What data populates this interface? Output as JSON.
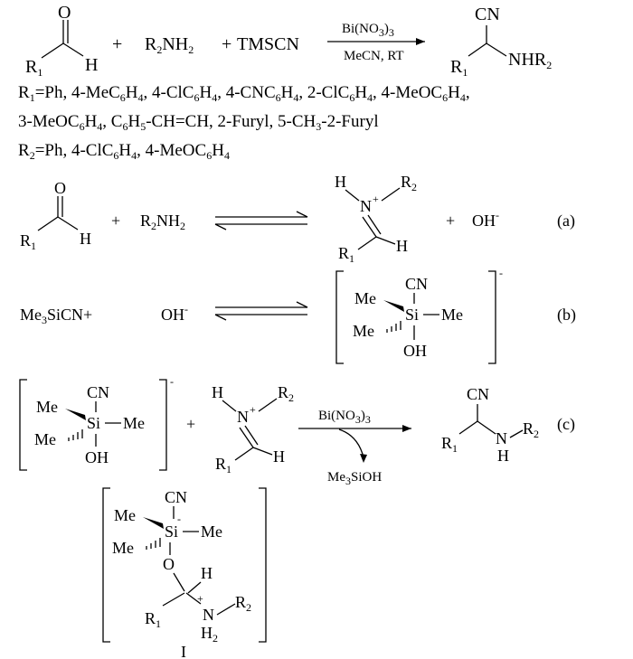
{
  "reaction": {
    "aldehyde_O": "O",
    "aldehyde_R": "R",
    "aldehyde_R_sub": "1",
    "aldehyde_H": "H",
    "plus1": "+",
    "amine": "R",
    "amine_sub": "2",
    "amine_NH": "NH",
    "amine_NH_sub": "2",
    "plus2": "+",
    "tmscn": "TMSCN",
    "catalyst": "Bi(NO",
    "catalyst_sub": "3",
    "catalyst_close": ")",
    "catalyst_close_sub": "3",
    "conditions": "MeCN, RT",
    "product_CN": "CN",
    "product_R": "R",
    "product_R_sub": "1",
    "product_NHR": "NHR",
    "product_NHR_sub": "2"
  },
  "substituents": {
    "r1_line1": "R",
    "r1_line1_sub": "1",
    "r1_line1_text": "=Ph, 4-MeC",
    "r1_items_a": [
      {
        "t": "6",
        "s": true
      },
      {
        "t": "H",
        "s": false
      },
      {
        "t": "4",
        "s": true
      },
      {
        "t": ", 4-ClC",
        "s": false
      },
      {
        "t": "6",
        "s": true
      },
      {
        "t": "H",
        "s": false
      },
      {
        "t": "4",
        "s": true
      },
      {
        "t": ", 4-CNC",
        "s": false
      },
      {
        "t": "6",
        "s": true
      },
      {
        "t": "H",
        "s": false
      },
      {
        "t": "4",
        "s": true
      },
      {
        "t": ", 2-ClC",
        "s": false
      },
      {
        "t": "6",
        "s": true
      },
      {
        "t": "H",
        "s": false
      },
      {
        "t": "4",
        "s": true
      },
      {
        "t": ", 4-MeOC",
        "s": false
      },
      {
        "t": "6",
        "s": true
      },
      {
        "t": "H",
        "s": false
      },
      {
        "t": "4",
        "s": true
      },
      {
        "t": ",",
        "s": false
      }
    ],
    "r1_items_b": [
      {
        "t": "3-MeOC",
        "s": false
      },
      {
        "t": "6",
        "s": true
      },
      {
        "t": "H",
        "s": false
      },
      {
        "t": "4",
        "s": true
      },
      {
        "t": ", C",
        "s": false
      },
      {
        "t": "6",
        "s": true
      },
      {
        "t": "H",
        "s": false
      },
      {
        "t": "5",
        "s": true
      },
      {
        "t": "-CH=CH, 2-Furyl, 5-CH",
        "s": false
      },
      {
        "t": "3",
        "s": true
      },
      {
        "t": "-2-Furyl",
        "s": false
      }
    ],
    "r2_items": [
      {
        "t": "R",
        "s": false
      },
      {
        "t": "2",
        "s": true
      },
      {
        "t": "=Ph, 4-ClC",
        "s": false
      },
      {
        "t": "6",
        "s": true
      },
      {
        "t": "H",
        "s": false
      },
      {
        "t": "4",
        "s": true
      },
      {
        "t": ", 4-MeOC",
        "s": false
      },
      {
        "t": "6",
        "s": true
      },
      {
        "t": "H",
        "s": false
      },
      {
        "t": "4",
        "s": true
      }
    ]
  },
  "step_a": {
    "O": "O",
    "R": "R",
    "R_sub": "1",
    "H": "H",
    "plus": "+",
    "amine": "R",
    "amine_sub": "2",
    "amine_NH": "NH",
    "amine_NH_sub": "2",
    "imin_H": "H",
    "imin_N": "N",
    "imin_charge": "+",
    "imin_R": "R",
    "imin_R_sub": "2",
    "imin_R1": "R",
    "imin_R1_sub": "1",
    "imin_H2": "H",
    "plus2": "+",
    "oh": "OH",
    "oh_charge": "-",
    "label": "(a)"
  },
  "step_b": {
    "reagent": "Me",
    "reagent_sub": "3",
    "reagent_rest": "SiCN+",
    "oh": "OH",
    "oh_charge": "-",
    "CN": "CN",
    "Me1": "Me",
    "Si": "Si",
    "Me2": "Me",
    "Me3": "Me",
    "OH": "OH",
    "charge": "-",
    "label": "(b)"
  },
  "step_c": {
    "CN": "CN",
    "Me1": "Me",
    "Si": "Si",
    "Me2": "Me",
    "Me3": "Me",
    "OH": "OH",
    "charge": "-",
    "plus": "+",
    "imin_H": "H",
    "imin_N": "N",
    "imin_charge": "+",
    "imin_R": "R",
    "imin_R_sub": "2",
    "imin_R1": "R",
    "imin_R1_sub": "1",
    "imin_H2": "H",
    "catalyst": "Bi(NO",
    "catalyst_sub": "3",
    "catalyst_close": ")",
    "catalyst_close_sub": "3",
    "byproduct": "Me",
    "byproduct_sub": "3",
    "byproduct_rest": "SiOH",
    "prod_CN": "CN",
    "prod_R": "R",
    "prod_R_sub": "1",
    "prod_N": "N",
    "prod_H": "H",
    "prod_R2": "R",
    "prod_R2_sub": "2",
    "label": "(c)"
  },
  "intermediate": {
    "CN": "CN",
    "Si_charge": "-",
    "Me1": "Me",
    "Si": "Si",
    "Me2": "Me",
    "Me3": "Me",
    "O": "O",
    "H": "H",
    "R": "R",
    "R_sub": "1",
    "N_charge": "+",
    "N": "N",
    "H2": "H",
    "H2_sub": "2",
    "R2": "R",
    "R2_sub": "2",
    "label": "I"
  }
}
